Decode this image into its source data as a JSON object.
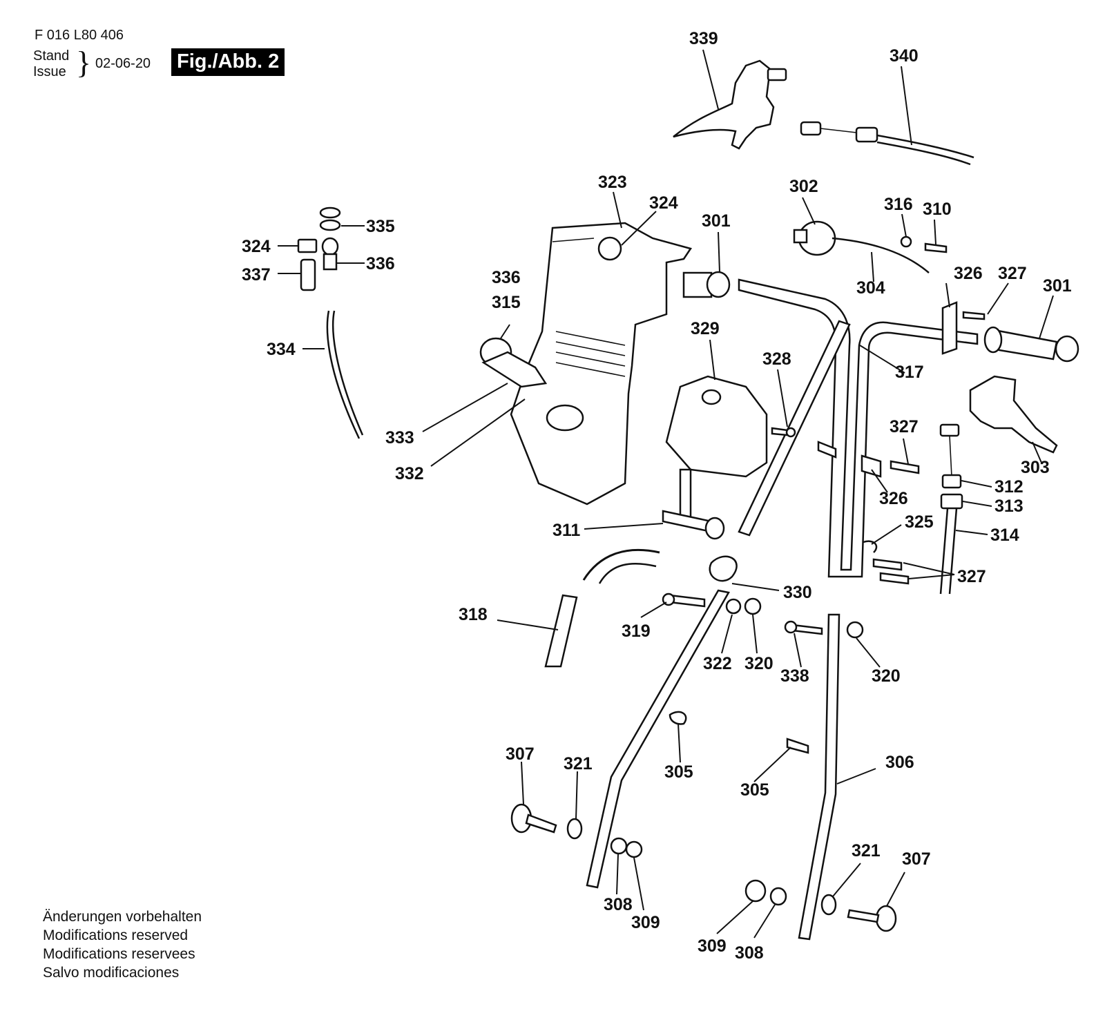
{
  "header": {
    "doc_number": "F 016 L80 406",
    "stand_label": "Stand",
    "issue_label": "Issue",
    "brace": "}",
    "date": "02-06-20",
    "figure_label": "Fig./Abb. 2"
  },
  "footer": {
    "notes": [
      "Änderungen vorbehalten",
      "Modifications reserved",
      "Modifications reservees",
      "Salvo modificaciones"
    ]
  },
  "callouts": [
    "339",
    "340",
    "323",
    "324",
    "302",
    "316",
    "310",
    "301",
    "304",
    "326",
    "327",
    "301",
    "335",
    "324",
    "336",
    "337",
    "336",
    "315",
    "334",
    "317",
    "329",
    "328",
    "333",
    "332",
    "327",
    "303",
    "312",
    "326",
    "313",
    "311",
    "325",
    "314",
    "327",
    "330",
    "318",
    "319",
    "322",
    "320",
    "338",
    "320",
    "305",
    "307",
    "321",
    "305",
    "306",
    "321",
    "307",
    "308",
    "309",
    "309",
    "308"
  ]
}
